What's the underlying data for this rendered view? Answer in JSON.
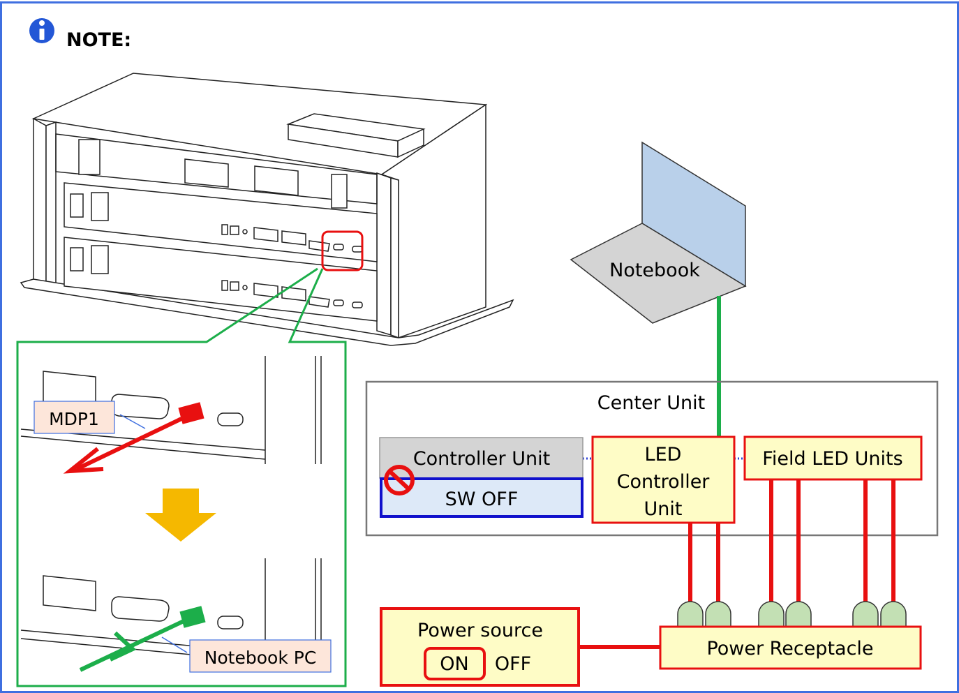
{
  "note": {
    "title": "NOTE:"
  },
  "labels": {
    "notebook": "Notebook",
    "center_unit": "Center Unit",
    "controller_unit": "Controller Unit",
    "sw_off": "SW OFF",
    "led_controller_line1": "LED",
    "led_controller_line2": "Controller",
    "led_controller_line3": "Unit",
    "field_led_units": "Field LED Units",
    "power_source": "Power source",
    "power_on": "ON",
    "power_off": "OFF",
    "power_receptacle": "Power Receptacle",
    "mdp1": "MDP1",
    "notebook_pc": "Notebook PC"
  },
  "colors": {
    "frame_border": "#3f6fe0",
    "power_line": "#e81010",
    "data_line": "#1cae4a",
    "box_fill": "#fefcc6",
    "sw_off_fill": "#dde9f8",
    "sw_off_border": "#1010cc",
    "controller_fill": "#d4d4d4",
    "arrow_down": "#f5b800",
    "plug_fill": "#c3e0b4",
    "label_fill": "#fde6da",
    "laptop_screen": "#b9d0ea",
    "laptop_base": "#d4d4d4"
  }
}
